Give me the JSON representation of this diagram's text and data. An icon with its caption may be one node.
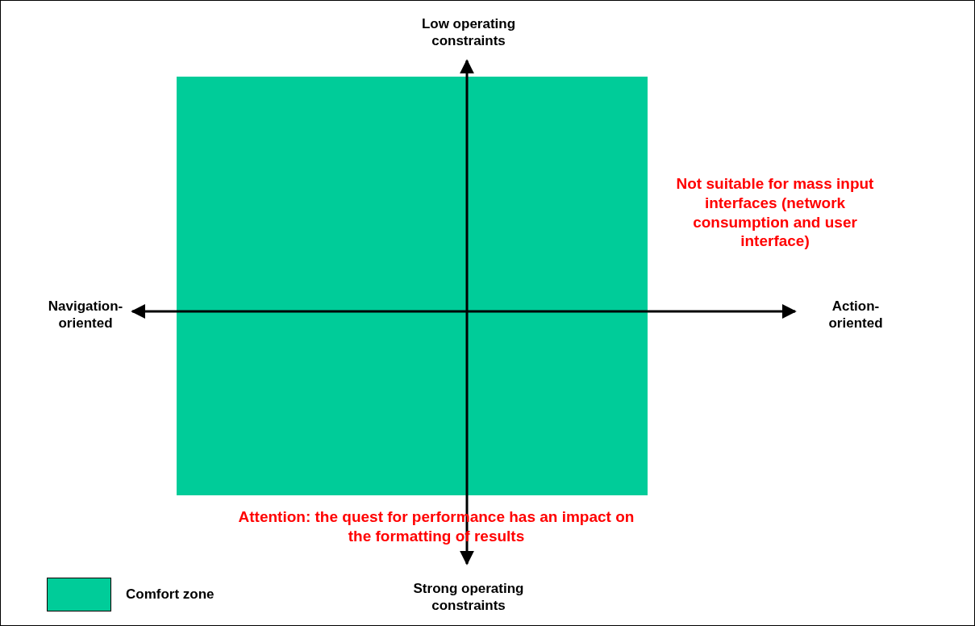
{
  "diagram": {
    "labels": [
      "Low operating constraints",
      "Not suitable for mass input interfaces (network consumption and user interface)",
      "Navigation-oriented",
      "Action-oriented",
      "Attention: the quest for performance has an impact on the formatting of results",
      "Strong operating constraints"
    ],
    "legend": [
      {
        "text": "Comfort zone",
        "color": "#00cc99"
      }
    ]
  }
}
